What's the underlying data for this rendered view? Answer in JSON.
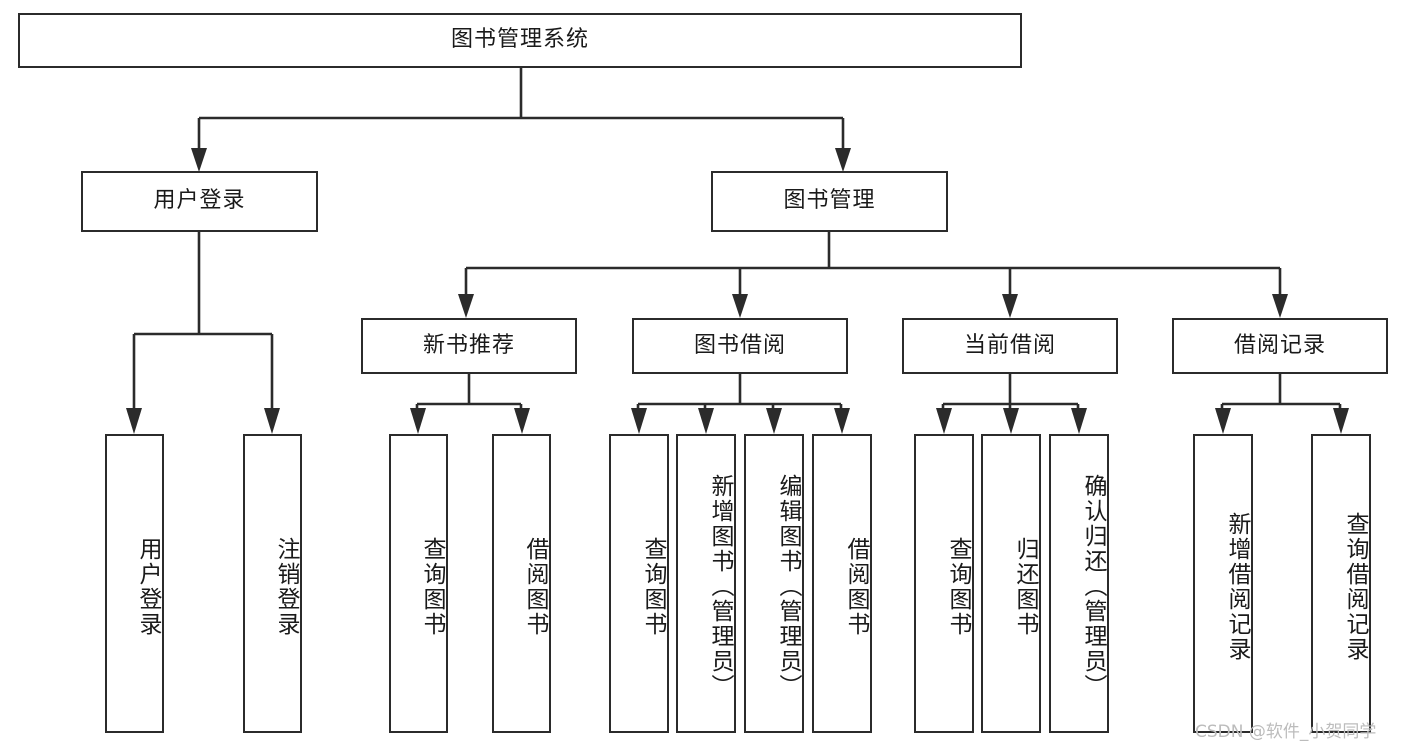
{
  "diagram": {
    "type": "tree",
    "title": "图书管理系统",
    "orientation": "top-down",
    "stroke_color": "#2b2b2b",
    "background_color": "#ffffff",
    "text_color": "#1a1a1a"
  },
  "root": {
    "label": "图书管理系统"
  },
  "level2": [
    {
      "label": "用户登录"
    },
    {
      "label": "图书管理"
    }
  ],
  "level3": [
    {
      "label": "新书推荐"
    },
    {
      "label": "图书借阅"
    },
    {
      "label": "当前借阅"
    },
    {
      "label": "借阅记录"
    }
  ],
  "leaves": {
    "user_login": [
      {
        "label": "用户登录"
      },
      {
        "label": "注销登录"
      }
    ],
    "new_book_recommend": [
      {
        "label": "查询图书"
      },
      {
        "label": "借阅图书"
      }
    ],
    "book_borrow": [
      {
        "label": "查询图书"
      },
      {
        "label": "新增图书（管理员）"
      },
      {
        "label": "编辑图书（管理员）"
      },
      {
        "label": "借阅图书"
      }
    ],
    "current_borrow": [
      {
        "label": "查询图书"
      },
      {
        "label": "归还图书"
      },
      {
        "label": "确认归还（管理员）"
      }
    ],
    "borrow_record": [
      {
        "label": "新增借阅记录"
      },
      {
        "label": "查询借阅记录"
      }
    ]
  },
  "watermark": {
    "text": "CSDN @软件_小贺同学"
  }
}
